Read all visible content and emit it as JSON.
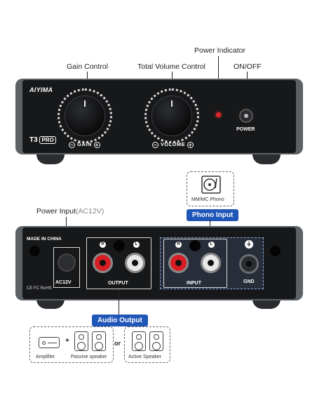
{
  "top": {
    "callouts": {
      "power_indicator": "Power Indicator",
      "gain_control": "Gain Control",
      "total_volume_control": "Total Volume Control",
      "on_off": "ON/OFF"
    },
    "device": {
      "brand": "AIYIMA",
      "model_prefix": "T3",
      "model_suffix": "PRO",
      "gain_label": "GAIN",
      "volume_label": "VOLUME",
      "power_label": "POWER"
    }
  },
  "bottom": {
    "callouts": {
      "power_input": "Power Input",
      "power_input_spec": "(AC12V)",
      "phono_input": "Phono Input",
      "audio_output": "Audio Output"
    },
    "phono_box_label": "MM/MC Phono",
    "device": {
      "made_in": "MADE IN CHINA",
      "ac_label": "AC12V",
      "output_label": "OUTPUT",
      "input_label": "INPUT",
      "gnd_label": "GND",
      "cert_marks": "CE FC RoHS",
      "channel_r": "R",
      "channel_l": "L"
    },
    "legend": {
      "amplifier": "Amplifier",
      "plus": "+",
      "passive_speaker": "Passive speaker",
      "or": "or",
      "active_speaker": "Active Speaker"
    }
  },
  "colors": {
    "badge_blue": "#1f56b8",
    "shell_gray": "#5c6166",
    "face_black": "#17181a",
    "rca_red": "#d81e24",
    "rca_white": "#e8e8e8",
    "led_red": "#e0262b"
  }
}
